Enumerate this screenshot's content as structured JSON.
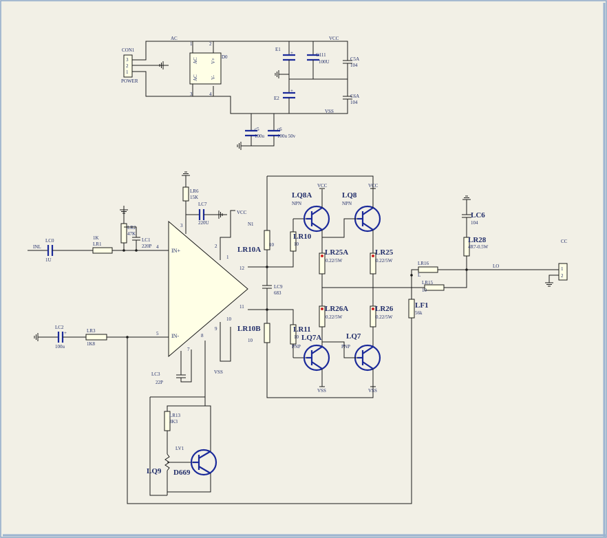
{
  "colors": {
    "background": "#f2f0e6",
    "border": "#8da8c8",
    "wire": "#1a1a1a",
    "component": "#1b2a9a",
    "label": "#222e6a",
    "junction": "#cc2222"
  },
  "power": {
    "connector": {
      "ref": "CON1",
      "name": "POWER",
      "pins": [
        "3",
        "2",
        "1"
      ]
    },
    "bridge": {
      "ref": "D0",
      "ac1": "AC",
      "ac2": "AC",
      "vplus": "V+",
      "vminus": "V-",
      "pin1": "1",
      "pin2": "2",
      "pin3": "3",
      "pin4": "4"
    },
    "ac_net": "AC",
    "vcc_net": "VCC",
    "vss_net": "VSS",
    "e1": "E1",
    "e2": "E2",
    "c111": {
      "ref": "C111",
      "value": "100U"
    },
    "c5a": {
      "ref": "C5A",
      "value": "104"
    },
    "c6a": {
      "ref": "C6A",
      "value": "104"
    },
    "c5": "c5",
    "c5_value": "100u",
    "c6": "c6",
    "c6_value": "100u 50v"
  },
  "amp": {
    "input_net": "INL",
    "lc0": {
      "ref": "LC0",
      "value": "1U"
    },
    "lr1": {
      "ref": "LR1",
      "value": "1K"
    },
    "lr2": {
      "ref": "LR2",
      "value": "47K"
    },
    "lc1": {
      "ref": "LC1",
      "value": "220P"
    },
    "lr6": {
      "ref": "LR6",
      "value": "15K"
    },
    "lc7": {
      "ref": "LC7",
      "value": "220U"
    },
    "vcc": "VCC",
    "n1": "N1",
    "opamp": {
      "in_plus": "IN+",
      "in_minus": "IN-",
      "pins": [
        "4",
        "3",
        "2",
        "1",
        "12",
        "11",
        "10",
        "9",
        "5",
        "8",
        "7"
      ]
    },
    "lc2": {
      "ref": "LC2",
      "value": "100u"
    },
    "lr3": {
      "ref": "LR3",
      "value": "1K8"
    },
    "lc3": {
      "ref": "LC3",
      "value": "22P"
    },
    "vss": "VSS",
    "lr10a": {
      "ref": "LR10A",
      "value": "10"
    },
    "lr10b": {
      "ref": "LR10B",
      "value": "10"
    },
    "lc9": {
      "ref": "LC9",
      "value": "683"
    },
    "lr10": {
      "ref": "LR10",
      "value": "10"
    },
    "lr11": {
      "ref": "LR11",
      "value": "10"
    },
    "lq8a": {
      "ref": "LQ8A",
      "type": "NPN"
    },
    "lq8": {
      "ref": "LQ8",
      "type": "NPN"
    },
    "lq7a": {
      "ref": "LQ7A",
      "type": "PNP"
    },
    "lq7": {
      "ref": "LQ7",
      "type": "PNP"
    },
    "lr25a": {
      "ref": "LR25A",
      "value": "0.22/5W"
    },
    "lr25": {
      "ref": "LR25",
      "value": "0.22/5W"
    },
    "lr26a": {
      "ref": "LR26A",
      "value": "0.22/5W"
    },
    "lr26": {
      "ref": "LR26",
      "value": "0.22/5W"
    },
    "vcc_top": "VCC",
    "vss_bottom": "VSS",
    "lr13": {
      "ref": "LR13",
      "value": "3K3"
    },
    "lv1": "LV1",
    "lq9": {
      "ref": "LQ9",
      "value": "D669"
    },
    "lf1": {
      "ref": "LF1",
      "value": "56k"
    },
    "lr16": {
      "ref": "LR16",
      "value": "L"
    },
    "lr15": {
      "ref": "LR15",
      "value": "10"
    },
    "lc6": {
      "ref": "LC6",
      "value": "104"
    },
    "lr28": {
      "ref": "LR28",
      "value": "4R7-0.5W"
    },
    "lo_net": "LO",
    "out_connector": {
      "ref": "CC",
      "pins": [
        "1",
        "2"
      ]
    }
  }
}
